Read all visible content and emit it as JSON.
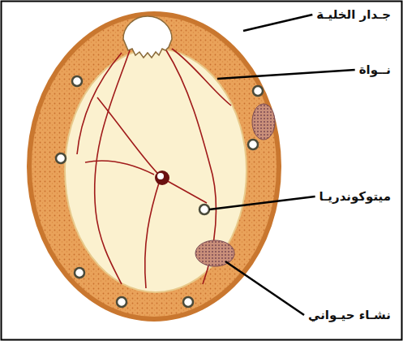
{
  "diagram": {
    "labels": [
      "جـدار الخليـة",
      "نــواة",
      "ميتوكوندريـا",
      "نشـاء حيـواني"
    ]
  }
}
